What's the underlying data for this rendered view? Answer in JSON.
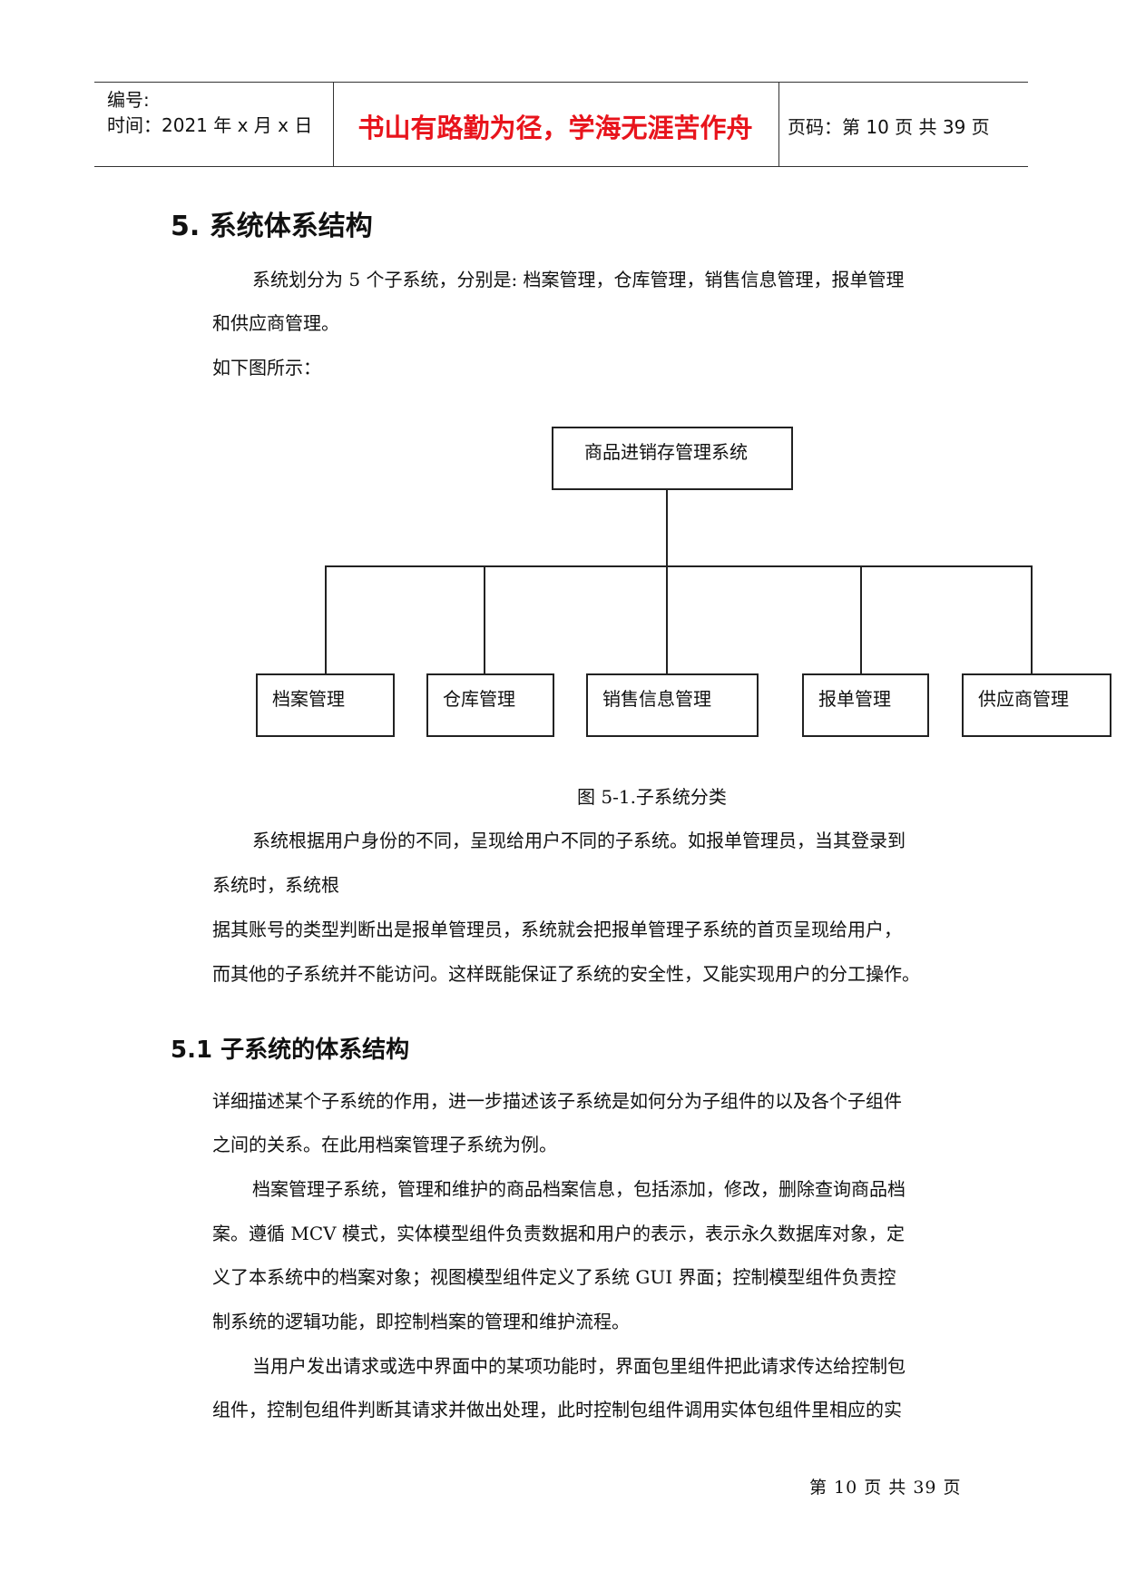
{
  "header": {
    "number_label": "编号:",
    "time_label": "时间：2021 年 x 月 x 日",
    "motto": "书山有路勤为径，学海无涯苦作舟",
    "page_label": "页码：第 10 页 共 39 页"
  },
  "section5": {
    "heading": "5.  系统体系结构",
    "lines": [
      "系统划分为 5 个子系统，分别是: 档案管理，仓库管理，销售信息管理，报单管理",
      "和供应商管理。",
      "如下图所示："
    ]
  },
  "diagram": {
    "root": "商品进销存管理系统",
    "children": [
      "档案管理",
      "仓库管理",
      "销售信息管理",
      "报单管理",
      "供应商管理"
    ],
    "caption": "图 5-1.子系统分类"
  },
  "para2": {
    "lines": [
      "系统根据用户身份的不同，呈现给用户不同的子系统。如报单管理员，当其登录到",
      "系统时，系统根",
      "据其账号的类型判断出是报单管理员，系统就会把报单管理子系统的首页呈现给用户，",
      "而其他的子系统并不能访问。这样既能保证了系统的安全性，又能实现用户的分工操作。"
    ]
  },
  "section51": {
    "heading": "5.1  子系统的体系结构",
    "lines": [
      "详细描述某个子系统的作用，进一步描述该子系统是如何分为子组件的以及各个子组件",
      "之间的关系。在此用档案管理子系统为例。",
      "档案管理子系统，管理和维护的商品档案信息，包括添加，修改，删除查询商品档",
      "案。遵循 MCV 模式，实体模型组件负责数据和用户的表示，表示永久数据库对象，定",
      "义了本系统中的档案对象；视图模型组件定义了系统 GUI 界面；控制模型组件负责控",
      "制系统的逻辑功能，即控制档案的管理和维护流程。",
      "当用户发出请求或选中界面中的某项功能时，界面包里组件把此请求传达给控制包",
      "组件，控制包组件判断其请求并做出处理，此时控制包组件调用实体包组件里相应的实"
    ]
  },
  "footer": {
    "text": "第 10 页 共 39 页"
  }
}
